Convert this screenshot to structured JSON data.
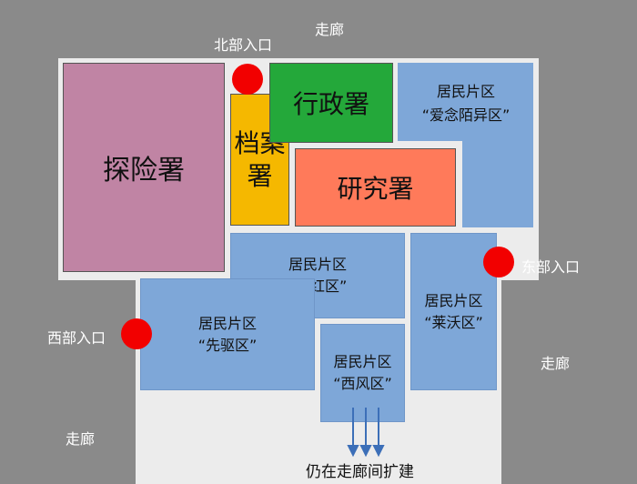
{
  "corridor_top": "走廊",
  "corridor_left": "走廊",
  "corridor_right": "走廊",
  "entrance_north": "北部入口",
  "entrance_east": "东部入口",
  "entrance_west": "西部入口",
  "dept_explore": "探险署",
  "dept_archive": "档案署",
  "dept_admin": "行政署",
  "dept_research": "研究署",
  "district_aiqian": {
    "line1": "居民片区",
    "line2": "“爱念陌异区”"
  },
  "district_xinghong": {
    "line1": "居民片区",
    "line2": "“腥红区”"
  },
  "district_laiwo": {
    "line1": "居民片区",
    "line2": "“莱沃区”"
  },
  "district_xianqu": {
    "line1": "居民片区",
    "line2": "“先驱区”"
  },
  "district_xifeng": {
    "line1": "居民片区",
    "line2": "“西风区”"
  },
  "expansion_note": "仍在走廊间扩建",
  "colors": {
    "corridor": "#8a8a8a",
    "floor": "#ececec",
    "explore": "#c084a4",
    "archive": "#f5b800",
    "admin": "#24a83a",
    "research": "#ff7a5a",
    "residential": "#7ea7d8",
    "entrance": "#f20000",
    "arrow": "#3c6fb8"
  }
}
